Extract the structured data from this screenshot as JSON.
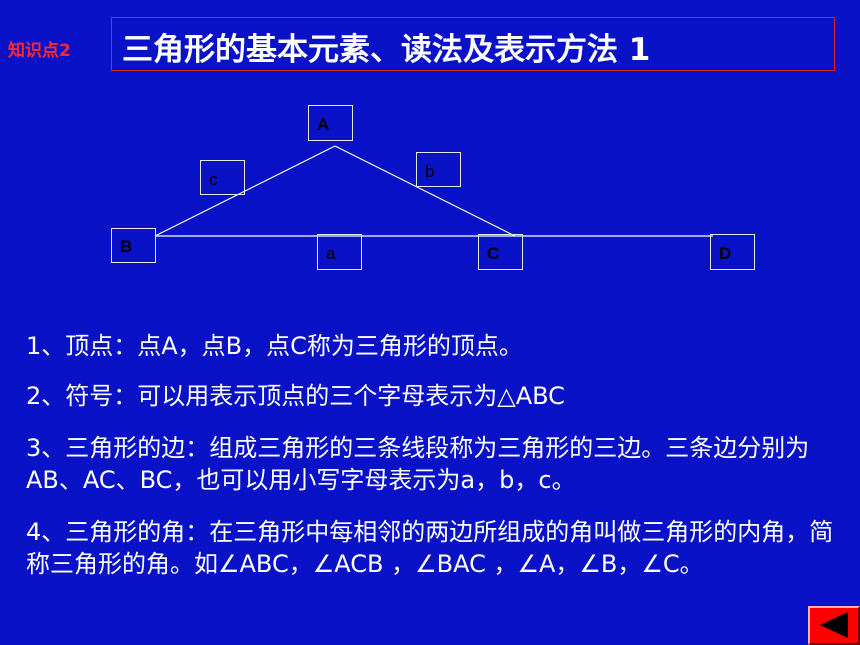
{
  "tag": "知识点2",
  "title": "三角形的基本元素、读法及表示方法 1",
  "diagram": {
    "labels": {
      "A": "A",
      "B": "B",
      "C": "C",
      "D": "D",
      "a": "a",
      "b": "b",
      "c": "c"
    }
  },
  "paragraphs": [
    "1、顶点：点A，点B，点C称为三角形的顶点。",
    "2、符号：可以用表示顶点的三个字母表示为△ABC",
    "3、三角形的边：组成三角形的三条线段称为三角形的三边。三条边分别为AB、AC、BC，也可以用小写字母表示为a，b，c。",
    "4、三角形的角：在三角形中每相邻的两边所组成的角叫做三角形的内角，简称三角形的角。如∠ABC，∠ACB ，∠BAC ，∠A，∠B，∠C。"
  ],
  "nav": {
    "icon": "left-arrow-icon"
  },
  "colors": {
    "background": "#0a12c8",
    "accent": "#ff0000",
    "text": "#ffffff"
  }
}
